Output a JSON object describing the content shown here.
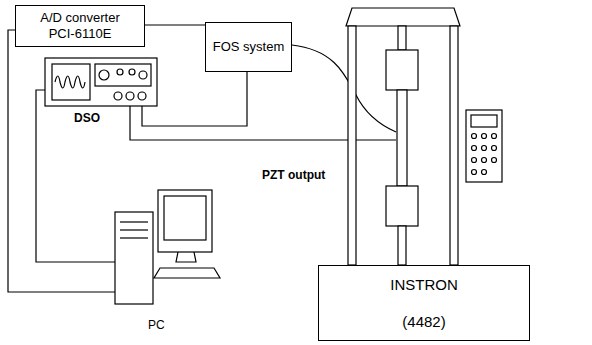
{
  "diagram": {
    "nodes": [
      {
        "text": [
          "A/D converter PCI-6110E"
        ]
      },
      {
        "text": [
          "FOS system"
        ]
      },
      {
        "text": [
          "INSTRON",
          "(4482)"
        ]
      }
    ],
    "edges": [
      {
        "from": 0,
        "to": 1,
        "arrow": "none"
      }
    ],
    "labels": [
      "DSO",
      "PZT output",
      "PC"
    ]
  }
}
